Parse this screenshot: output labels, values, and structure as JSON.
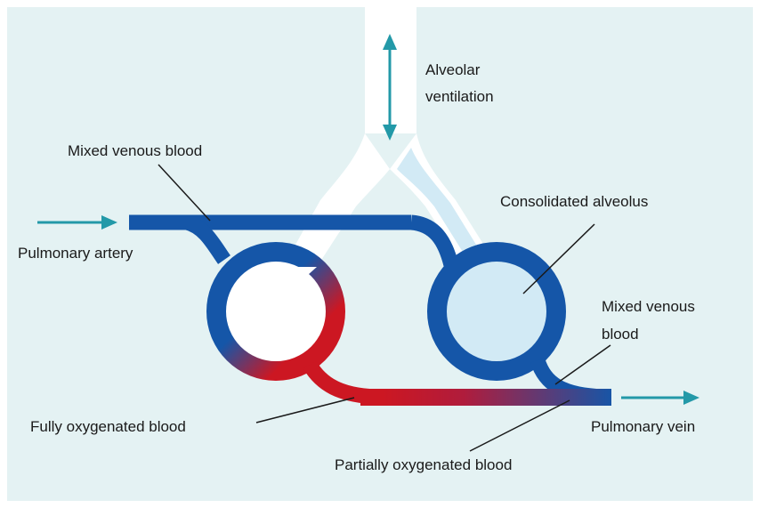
{
  "colors": {
    "background": "#e4f2f3",
    "frame": "#ffffff",
    "venous": "#1556a8",
    "arterial": "#cc1722",
    "consolidated": "#d2eaf5",
    "arrow": "#2399a8",
    "pointer_line": "#1a1a1a"
  },
  "labels": {
    "alveolar_ventilation_line1": "Alveolar",
    "alveolar_ventilation_line2": "ventilation",
    "mixed_venous_blood_top": "Mixed venous blood",
    "consolidated_alveolus": "Consolidated alveolus",
    "pulmonary_artery": "Pulmonary artery",
    "mixed_venous_blood_right_line1": "Mixed venous",
    "mixed_venous_blood_right_line2": "blood",
    "fully_oxygenated_blood": "Fully oxygenated blood",
    "pulmonary_vein": "Pulmonary vein",
    "partially_oxygenated_blood": "Partially oxygenated blood"
  },
  "icons": {
    "ventilation_arrow": "double-headed-vertical-arrow",
    "inflow_arrow": "right-arrow",
    "outflow_arrow": "right-arrow"
  }
}
